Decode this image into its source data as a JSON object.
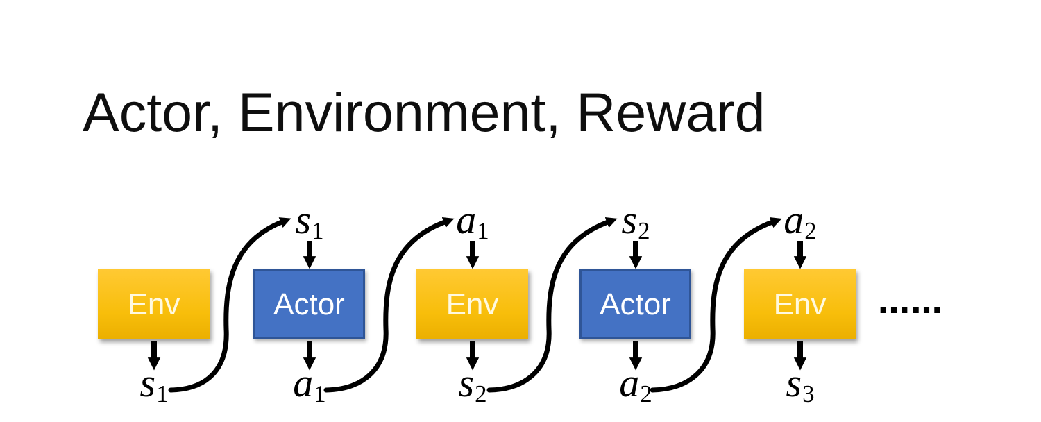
{
  "title": "Actor, Environment, Reward",
  "colors": {
    "background": "#FFFFFF",
    "title_text": "#0E0E0E",
    "env_gradient_top": "#FFC933",
    "env_gradient_bottom": "#EBAF00",
    "env_text": "#FFF9E0",
    "actor_fill": "#4472C4",
    "actor_border": "#2F5597",
    "actor_text": "#FFFFFF",
    "arrow": "#000000"
  },
  "diagram": {
    "boxes": [
      {
        "label": "Env",
        "type": "env"
      },
      {
        "label": "Actor",
        "type": "actor"
      },
      {
        "label": "Env",
        "type": "env"
      },
      {
        "label": "Actor",
        "type": "actor"
      },
      {
        "label": "Env",
        "type": "env"
      }
    ],
    "top_labels": [
      {
        "main": "s",
        "sub": "1"
      },
      {
        "main": "a",
        "sub": "1"
      },
      {
        "main": "s",
        "sub": "2"
      },
      {
        "main": "a",
        "sub": "2"
      }
    ],
    "bottom_labels": [
      {
        "main": "s",
        "sub": "1"
      },
      {
        "main": "a",
        "sub": "1"
      },
      {
        "main": "s",
        "sub": "2"
      },
      {
        "main": "a",
        "sub": "2"
      },
      {
        "main": "s",
        "sub": "3"
      }
    ],
    "ellipsis": "……"
  }
}
